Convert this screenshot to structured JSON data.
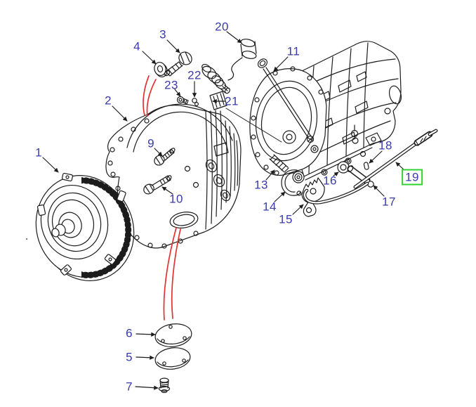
{
  "diagram": {
    "type": "exploded-parts-diagram",
    "selected_label": "19",
    "colors": {
      "background": "#ffffff",
      "artwork_line": "#1c1c1c",
      "label_text": "#3a3aad",
      "highlight_box": "#2fd32f",
      "red_reference_line": "#e03232"
    },
    "labels": [
      {
        "text": "1",
        "selected": false
      },
      {
        "text": "2",
        "selected": false
      },
      {
        "text": "3",
        "selected": false
      },
      {
        "text": "4",
        "selected": false
      },
      {
        "text": "5",
        "selected": false
      },
      {
        "text": "6",
        "selected": false
      },
      {
        "text": "7",
        "selected": false
      },
      {
        "text": "9",
        "selected": false
      },
      {
        "text": "10",
        "selected": false
      },
      {
        "text": "11",
        "selected": false
      },
      {
        "text": "13",
        "selected": false
      },
      {
        "text": "14",
        "selected": false
      },
      {
        "text": "15",
        "selected": false
      },
      {
        "text": "16",
        "selected": false
      },
      {
        "text": "17",
        "selected": false
      },
      {
        "text": "18",
        "selected": false
      },
      {
        "text": "19",
        "selected": true
      },
      {
        "text": "20",
        "selected": false
      },
      {
        "text": "21",
        "selected": false
      },
      {
        "text": "22",
        "selected": false
      },
      {
        "text": "23",
        "selected": false
      }
    ]
  }
}
